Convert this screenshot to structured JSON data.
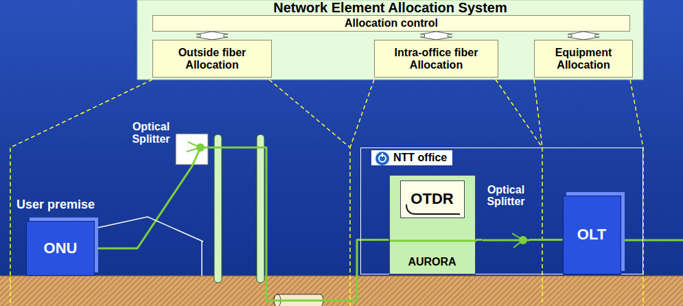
{
  "diagram": {
    "nodes": [
      {
        "text": [
          "Network Element Allocation System"
        ]
      },
      {
        "text": [
          "Allocation control"
        ],
        "in": 0
      },
      {
        "text": [
          "Outside fiber Allocation"
        ],
        "in": 0
      },
      {
        "text": [
          "Intra-office fiber Allocation"
        ],
        "in": 0
      },
      {
        "text": [
          "Equipment Allocation"
        ],
        "in": 0
      },
      {
        "text": [
          "Optical Splitter"
        ]
      },
      {
        "text": [
          "User premise"
        ]
      },
      {
        "text": [
          "ONU"
        ],
        "in": 6
      },
      {
        "text": [
          "NTT office"
        ]
      },
      {
        "text": [
          "AURORA"
        ],
        "in": 8
      },
      {
        "text": [
          "OTDR"
        ],
        "in": 9
      },
      {
        "text": [
          "Optical Splitter"
        ],
        "in": 8
      },
      {
        "text": [
          "OLT"
        ],
        "in": 8
      }
    ],
    "edges": [
      {
        "from": 1,
        "to": 2,
        "arrow": "both"
      },
      {
        "from": 1,
        "to": 3,
        "arrow": "both"
      },
      {
        "from": 1,
        "to": 4,
        "arrow": "both"
      },
      {
        "from": 7,
        "to": 5,
        "arrow": "none"
      },
      {
        "from": 5,
        "to": 9,
        "arrow": "none"
      },
      {
        "from": 9,
        "to": 11,
        "arrow": "none"
      },
      {
        "from": 11,
        "to": 12,
        "arrow": "none"
      }
    ]
  }
}
